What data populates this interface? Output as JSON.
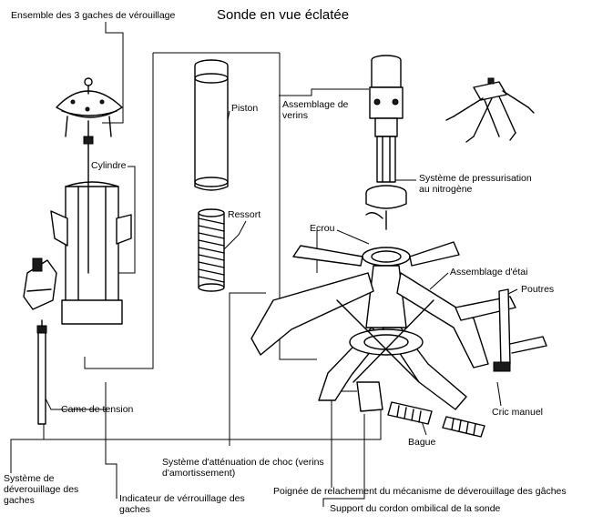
{
  "title": "Sonde en vue éclatée",
  "labels": {
    "gaches_assembly": "Ensemble des 3 gaches de vérouillage",
    "cylindre": "Cylindre",
    "piston": "Piston",
    "ressort": "Ressort",
    "verins_line1": "Assemblage de",
    "verins_line2": "verins",
    "pressurisation_line1": "Système de pressurisation",
    "pressurisation_line2": "au nitrogène",
    "ecrou": "Ecrou",
    "etai": "Assemblage d'étai",
    "poutres": "Poutres",
    "came": "Came de tension",
    "cric": "Cric manuel",
    "deverouillage_line1": "Système de",
    "deverouillage_line2": "déverouillage des",
    "deverouillage_line3": "gaches",
    "attenuation_line1": "Système d'atténuation de choc (verins",
    "attenuation_line2": "d'amortissement)",
    "bague": "Bague",
    "poignee": "Poignée de relachement du mécanisme de déverouillage des gâches",
    "indicateur_line1": "Indicateur de vérrouillage des",
    "indicateur_line2": "gaches",
    "support": "Support du cordon ombilical de la sonde"
  }
}
